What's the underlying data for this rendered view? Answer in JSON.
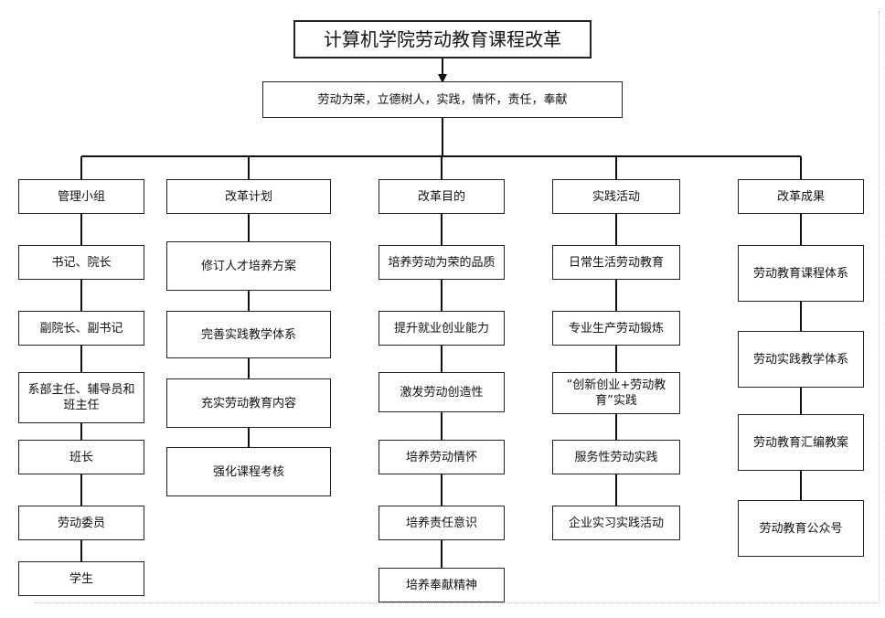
{
  "title": "计算机学院劳动教育课程改革",
  "goal": "劳动为荣，立德树人，实践，情怀，责任，奉献",
  "columns": [
    {
      "header": "管理小组",
      "items": [
        "书记、院长",
        "副院长、副书记",
        "系部主任、辅导员和班主任",
        "班长",
        "劳动委员",
        "学生"
      ]
    },
    {
      "header": "改革计划",
      "items": [
        "修订人才培养方案",
        "完善实践教学体系",
        "充实劳动教育内容",
        "强化课程考核"
      ]
    },
    {
      "header": "改革目的",
      "items": [
        "培养劳动为荣的品质",
        "提升就业创业能力",
        "激发劳动创造性",
        "培养劳动情怀",
        "培养责任意识",
        "培养奉献精神"
      ]
    },
    {
      "header": "实践活动",
      "items": [
        "日常生活劳动教育",
        "专业生产劳动锻炼",
        "“创新创业+劳动教育”实践",
        "服务性劳动实践",
        "企业实习实践活动"
      ]
    },
    {
      "header": "改革成果",
      "items": [
        "劳动教育课程体系",
        "劳动实践教学体系",
        "劳动教育汇编教案",
        "劳动教育公众号"
      ]
    }
  ]
}
